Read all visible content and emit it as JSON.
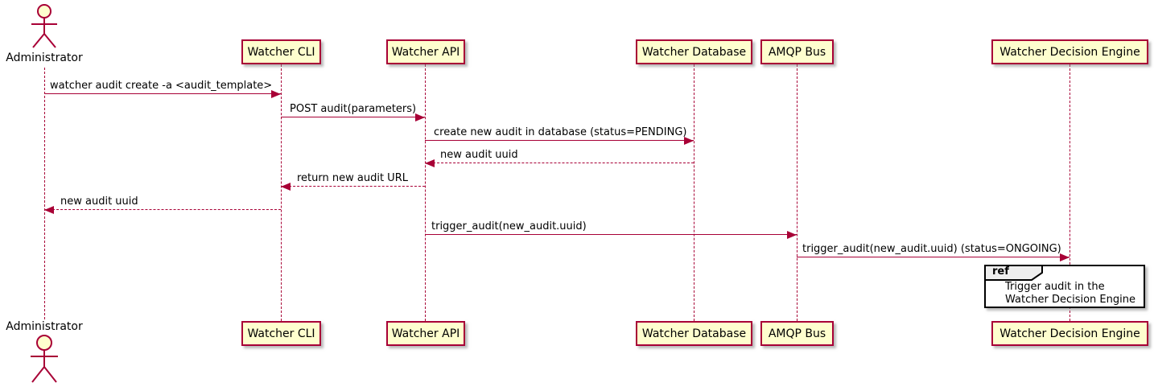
{
  "colors": {
    "accent": "#A80036",
    "participant_fill": "#FEFECE",
    "ref_header_fill": "#EEEEEE",
    "text": "#000000"
  },
  "actor": {
    "label": "Administrator"
  },
  "participants": [
    {
      "label": "Watcher CLI"
    },
    {
      "label": "Watcher API"
    },
    {
      "label": "Watcher Database"
    },
    {
      "label": "AMQP Bus"
    },
    {
      "label": "Watcher Decision Engine"
    }
  ],
  "messages": [
    {
      "from": "Administrator",
      "to": "Watcher CLI",
      "style": "solid",
      "label": "watcher audit create -a <audit_template>"
    },
    {
      "from": "Watcher CLI",
      "to": "Watcher API",
      "style": "solid",
      "label": "POST audit(parameters)"
    },
    {
      "from": "Watcher API",
      "to": "Watcher Database",
      "style": "solid",
      "label": "create new audit in database (status=PENDING)"
    },
    {
      "from": "Watcher Database",
      "to": "Watcher API",
      "style": "dashed",
      "label": "new audit uuid"
    },
    {
      "from": "Watcher API",
      "to": "Watcher CLI",
      "style": "dashed",
      "label": "return new audit URL"
    },
    {
      "from": "Watcher CLI",
      "to": "Administrator",
      "style": "dashed",
      "label": "new audit uuid"
    },
    {
      "from": "Watcher API",
      "to": "AMQP Bus",
      "style": "solid",
      "label": "trigger_audit(new_audit.uuid)"
    },
    {
      "from": "AMQP Bus",
      "to": "Watcher Decision Engine",
      "style": "solid",
      "label": "trigger_audit(new_audit.uuid) (status=ONGOING)"
    }
  ],
  "ref": {
    "keyword": "ref",
    "lines": [
      "Trigger audit in the",
      "Watcher Decision Engine"
    ]
  }
}
